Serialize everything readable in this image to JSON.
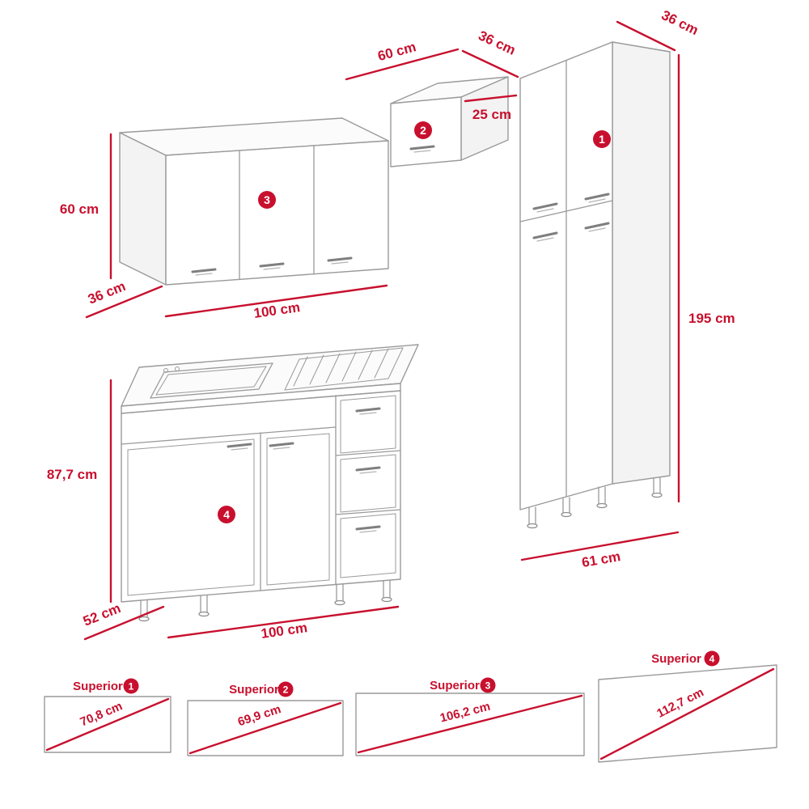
{
  "colors": {
    "accent": "#C8102E",
    "linework": "#9A9A9A"
  },
  "cabinets": {
    "tall": {
      "badge": "1",
      "depth": "36 cm",
      "height": "195 cm",
      "width": "61 cm"
    },
    "upper": {
      "badge": "2",
      "width": "60 cm",
      "depth": "36 cm",
      "height": "25 cm"
    },
    "wall": {
      "badge": "3",
      "height": "60 cm",
      "depth": "36 cm",
      "width": "100 cm"
    },
    "base": {
      "badge": "4",
      "height": "87,7 cm",
      "depth": "52 cm",
      "width": "100 cm"
    }
  },
  "superior_panels": [
    {
      "label": "Superior",
      "badge": "1",
      "diagonal": "70,8 cm"
    },
    {
      "label": "Superior",
      "badge": "2",
      "diagonal": "69,9 cm"
    },
    {
      "label": "Superior",
      "badge": "3",
      "diagonal": "106,2 cm"
    },
    {
      "label": "Superior",
      "badge": "4",
      "diagonal": "112,7 cm"
    }
  ]
}
